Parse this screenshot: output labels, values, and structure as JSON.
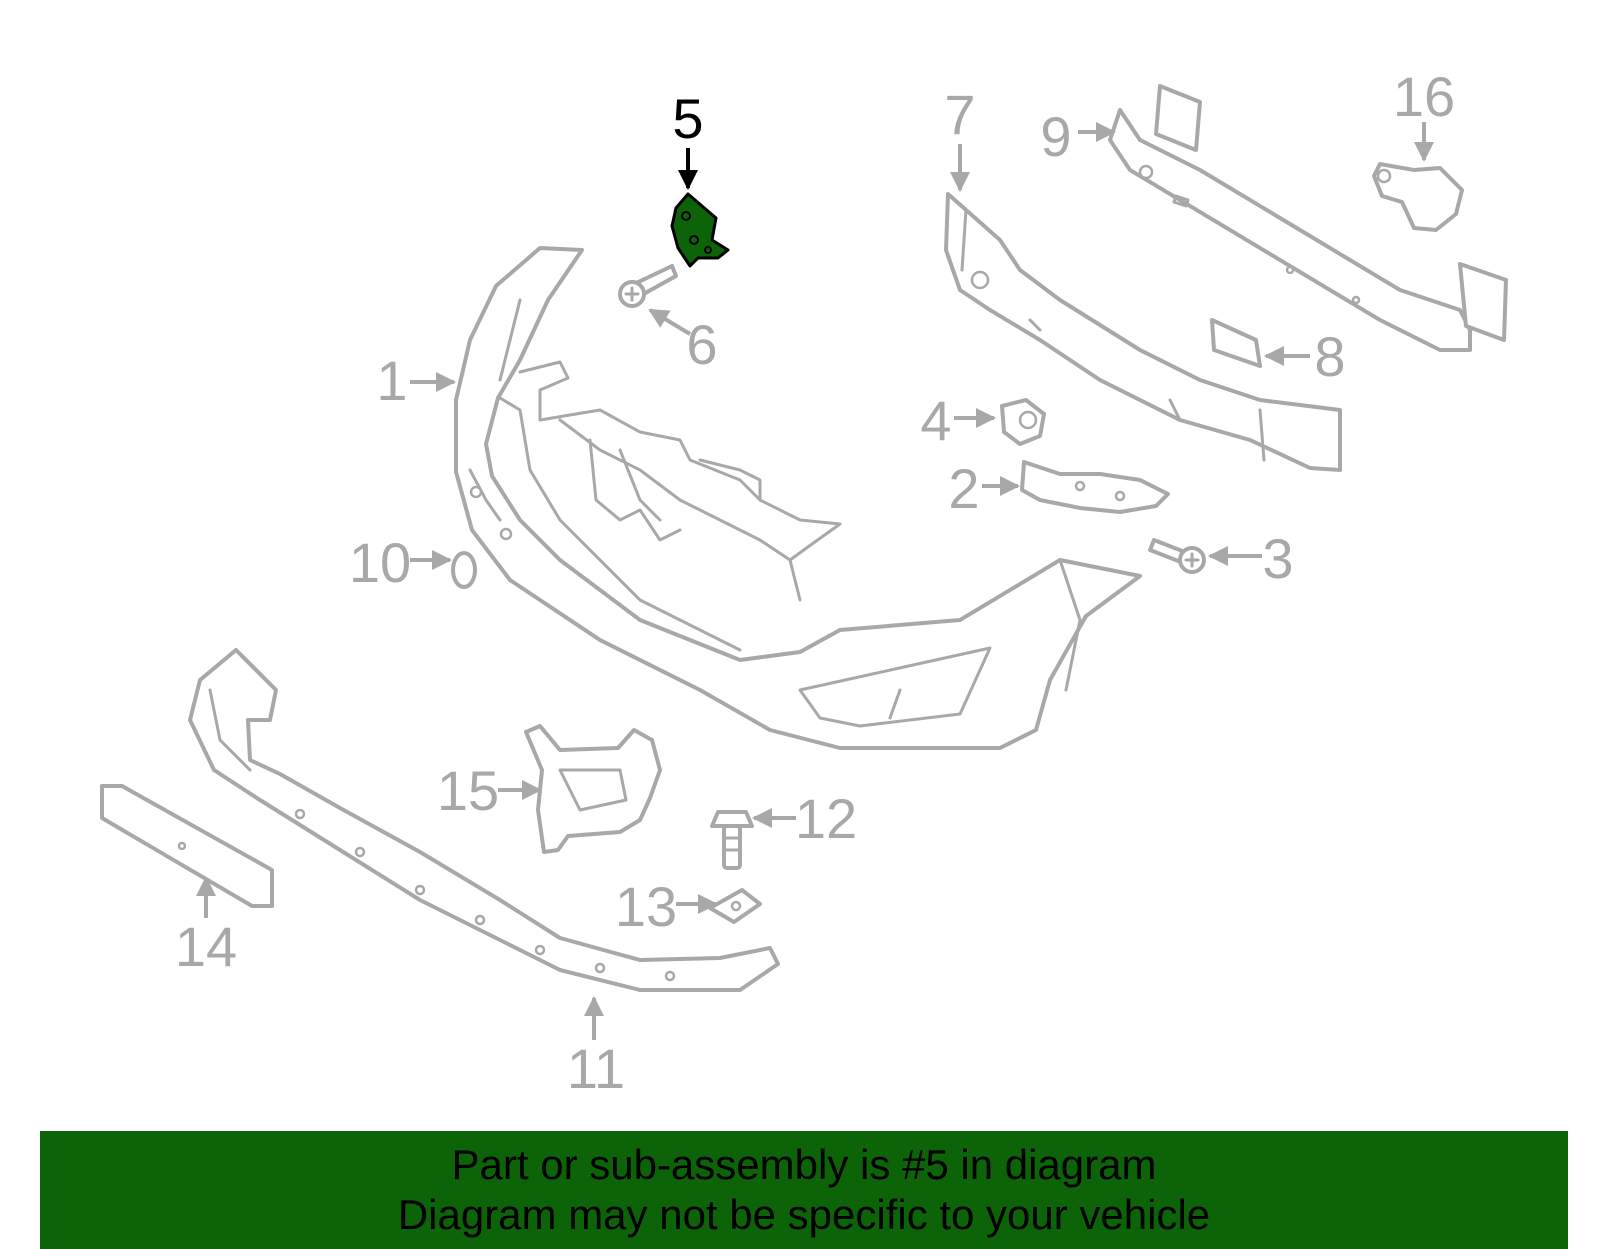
{
  "diagram": {
    "highlight_color": "#0d6308",
    "part_line_color": "#a8a8a8",
    "highlighted_callout": "5",
    "callouts": [
      "1",
      "2",
      "3",
      "4",
      "5",
      "6",
      "7",
      "8",
      "9",
      "10",
      "11",
      "12",
      "13",
      "14",
      "15",
      "16"
    ]
  },
  "banner": {
    "line1": "Part or sub-assembly is #5 in diagram",
    "line2": "Diagram may not be specific to your vehicle",
    "background": "#0d6308"
  }
}
